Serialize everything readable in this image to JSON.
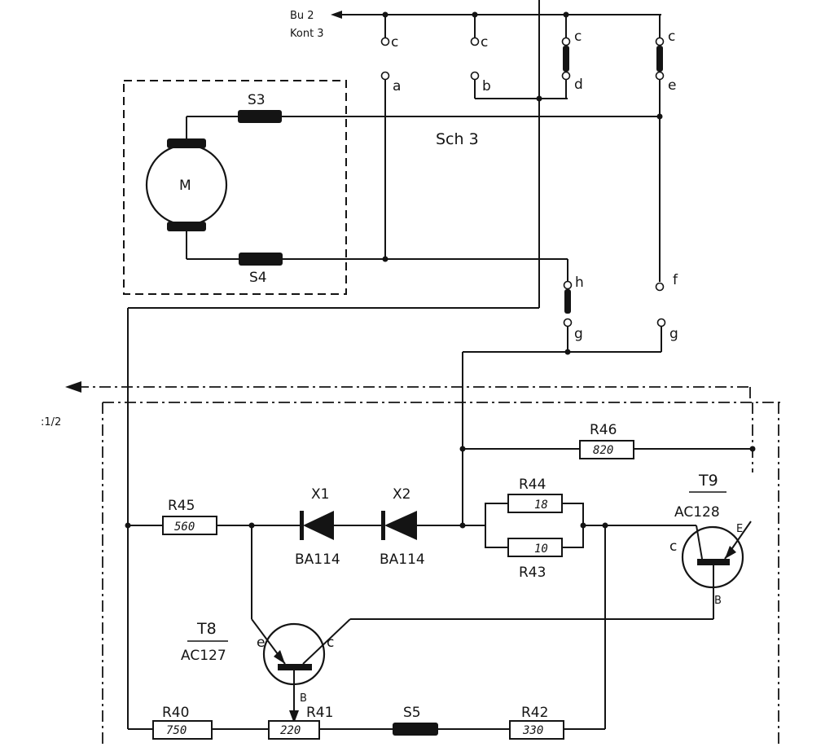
{
  "labels": {
    "bu2": "Bu 2",
    "kont3": "Kont 3",
    "sch3": "Sch 3",
    "motor": "M",
    "s3": "S3",
    "s4": "S4",
    "s5": "S5",
    "offpage": ":1/2"
  },
  "contacts": {
    "a": "a",
    "b": "b",
    "c1": "c",
    "c2": "c",
    "c3": "c",
    "c4": "c",
    "d": "d",
    "e": "e",
    "f": "f",
    "g1": "g",
    "g2": "g",
    "h": "h"
  },
  "resistors": [
    {
      "id": "R45",
      "value": "560"
    },
    {
      "id": "R46",
      "value": "820"
    },
    {
      "id": "R44",
      "value": "18"
    },
    {
      "id": "R43",
      "value": "10"
    },
    {
      "id": "R40",
      "value": "750"
    },
    {
      "id": "R41",
      "value": "220"
    },
    {
      "id": "R42",
      "value": "330"
    }
  ],
  "diodes": [
    {
      "id": "X1",
      "type": "BA114"
    },
    {
      "id": "X2",
      "type": "BA114"
    }
  ],
  "transistors": [
    {
      "id": "T8",
      "type": "AC127",
      "pins": {
        "e": "e",
        "c": "c",
        "b": "B"
      }
    },
    {
      "id": "T9",
      "type": "AC128",
      "pins": {
        "e": "E",
        "c": "c",
        "b": "B"
      }
    }
  ]
}
